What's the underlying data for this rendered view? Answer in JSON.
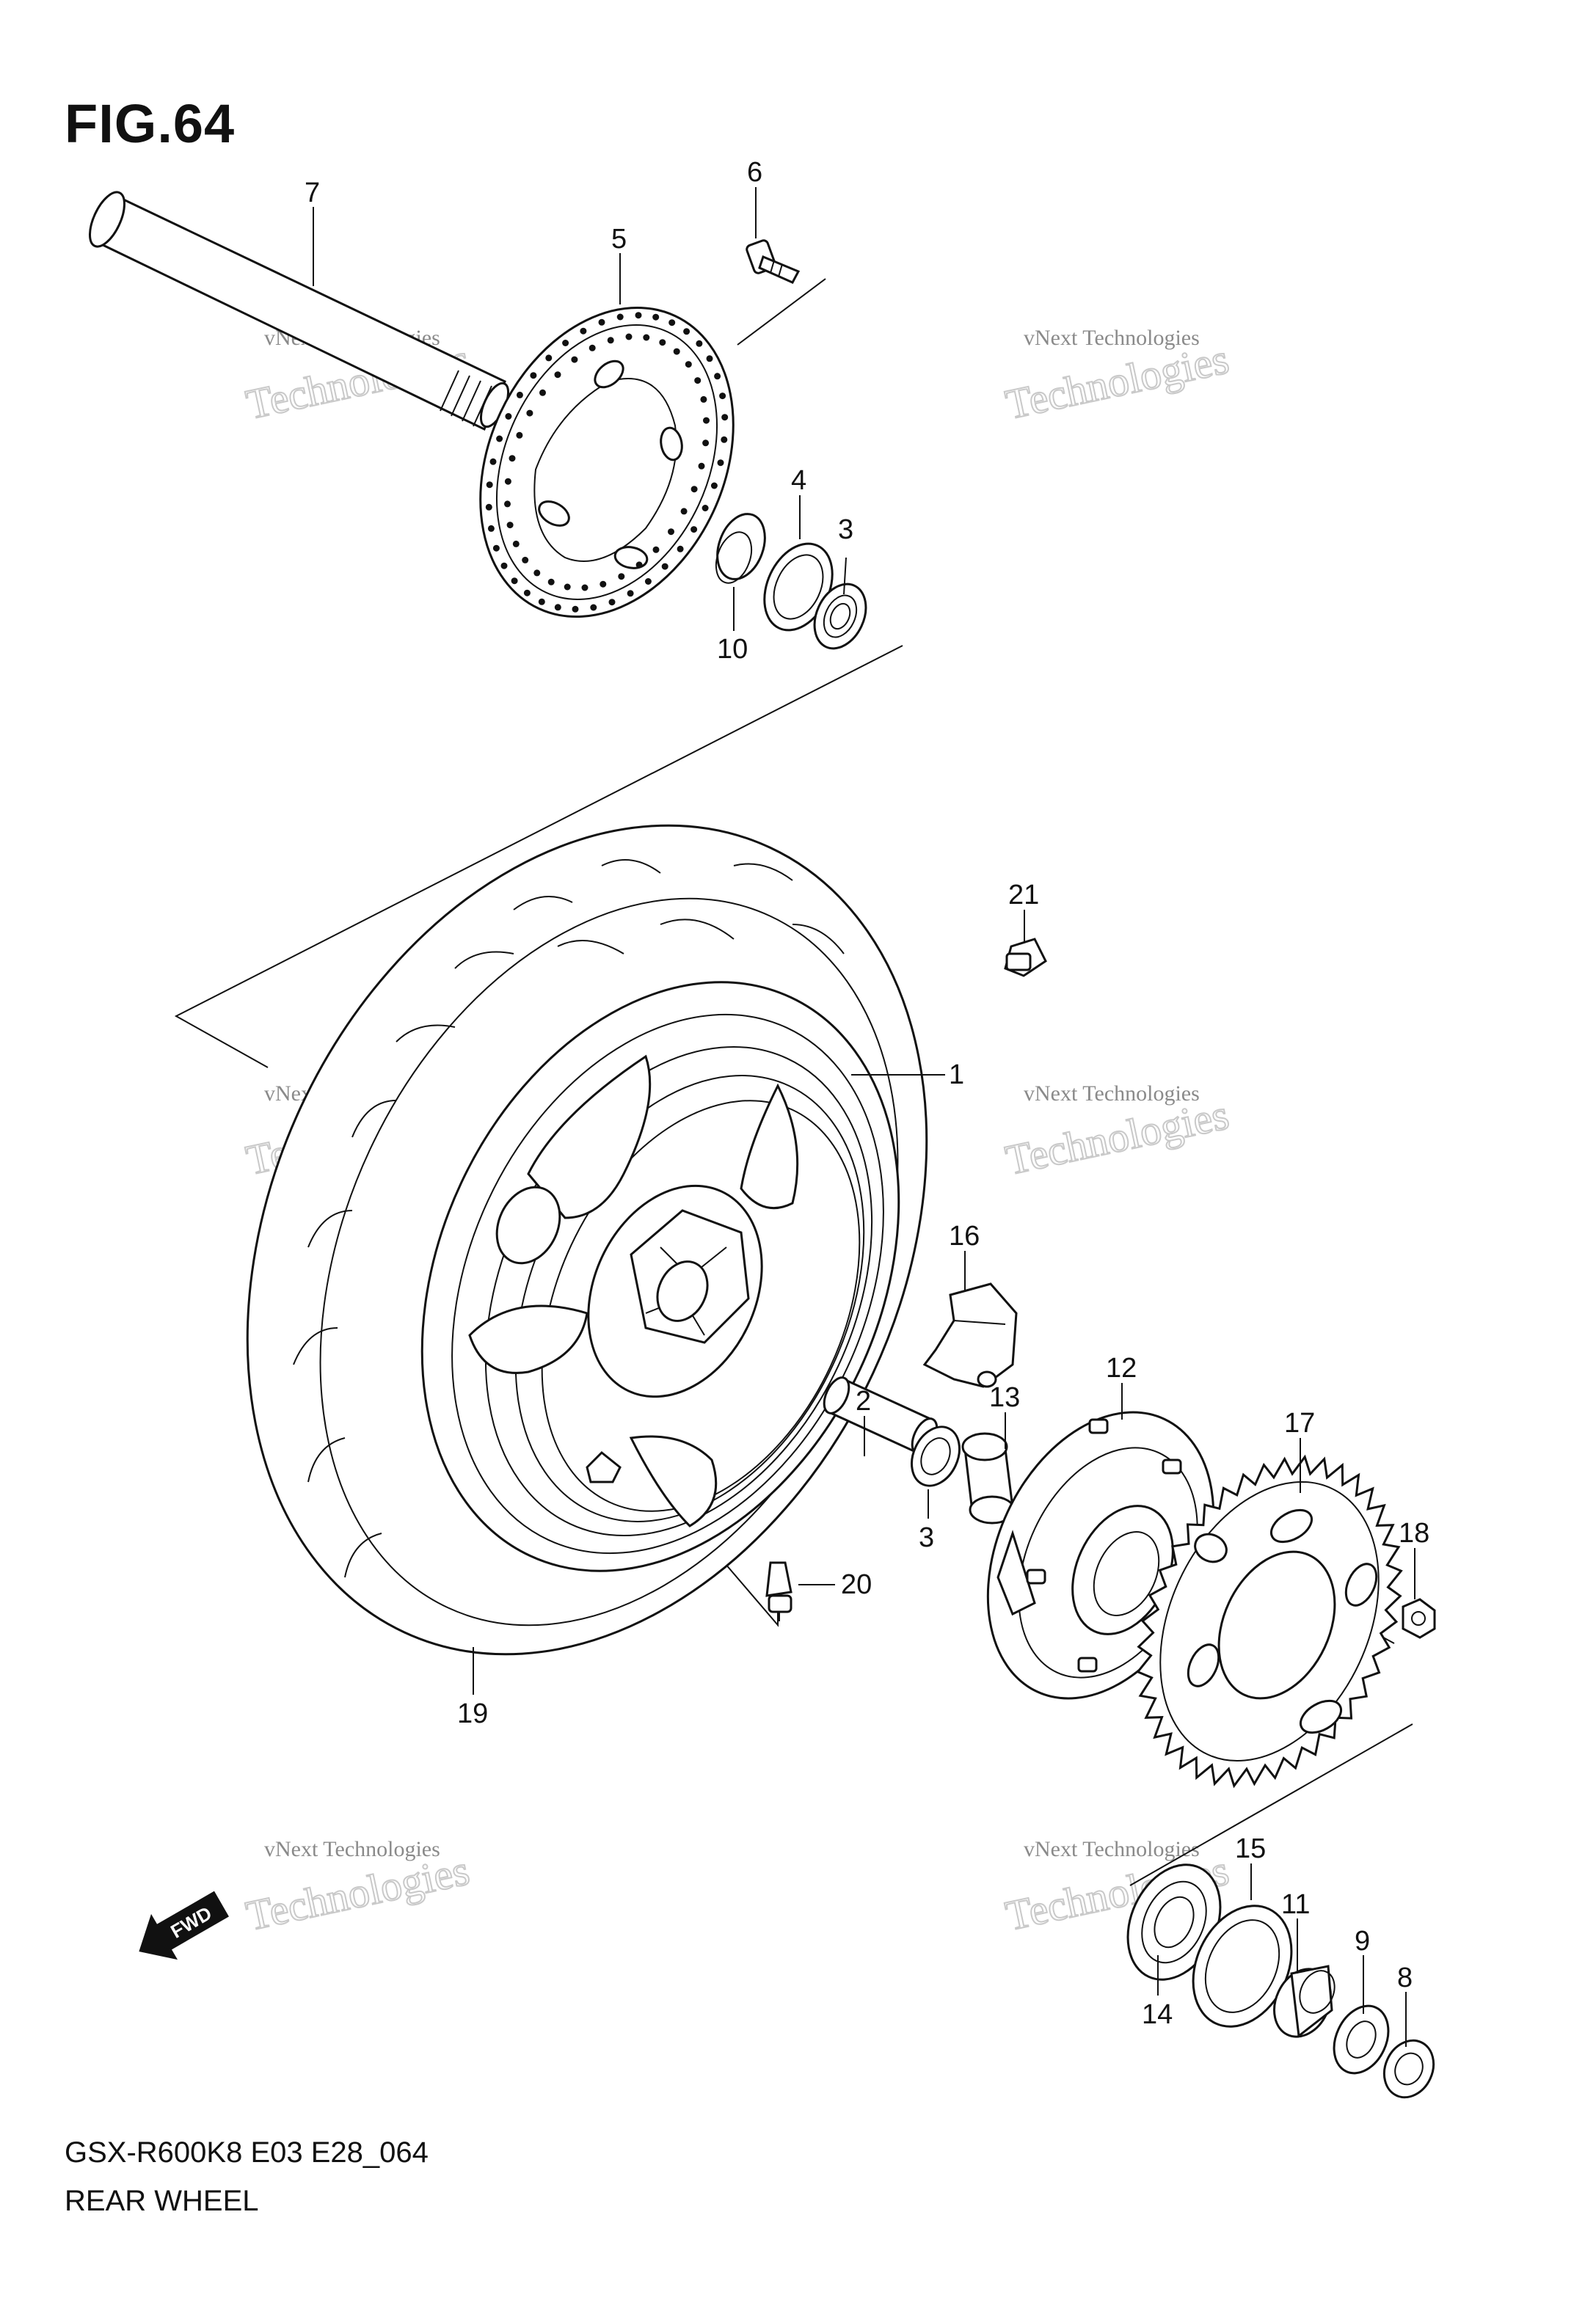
{
  "figure": {
    "title": "FIG.64"
  },
  "footer": {
    "code": "GSX-R600K8 E03 E28_064",
    "name": "REAR WHEEL"
  },
  "watermark": {
    "line1": "vNext Technologies",
    "line2": "Technologies"
  },
  "fwd_label": "FWD",
  "callouts": [
    "1",
    "2",
    "3",
    "3",
    "4",
    "5",
    "6",
    "7",
    "8",
    "9",
    "10",
    "11",
    "12",
    "13",
    "14",
    "15",
    "16",
    "17",
    "18",
    "19",
    "20",
    "21"
  ],
  "icons": [
    "axle",
    "brake-disc",
    "disc-bolt",
    "bearing",
    "oil-seal",
    "spacer",
    "tire",
    "wheel",
    "valve",
    "sprocket-drum",
    "sprocket",
    "nut",
    "washer",
    "collar",
    "caliper-bracket",
    "balancer-weight",
    "fwd-arrow"
  ]
}
